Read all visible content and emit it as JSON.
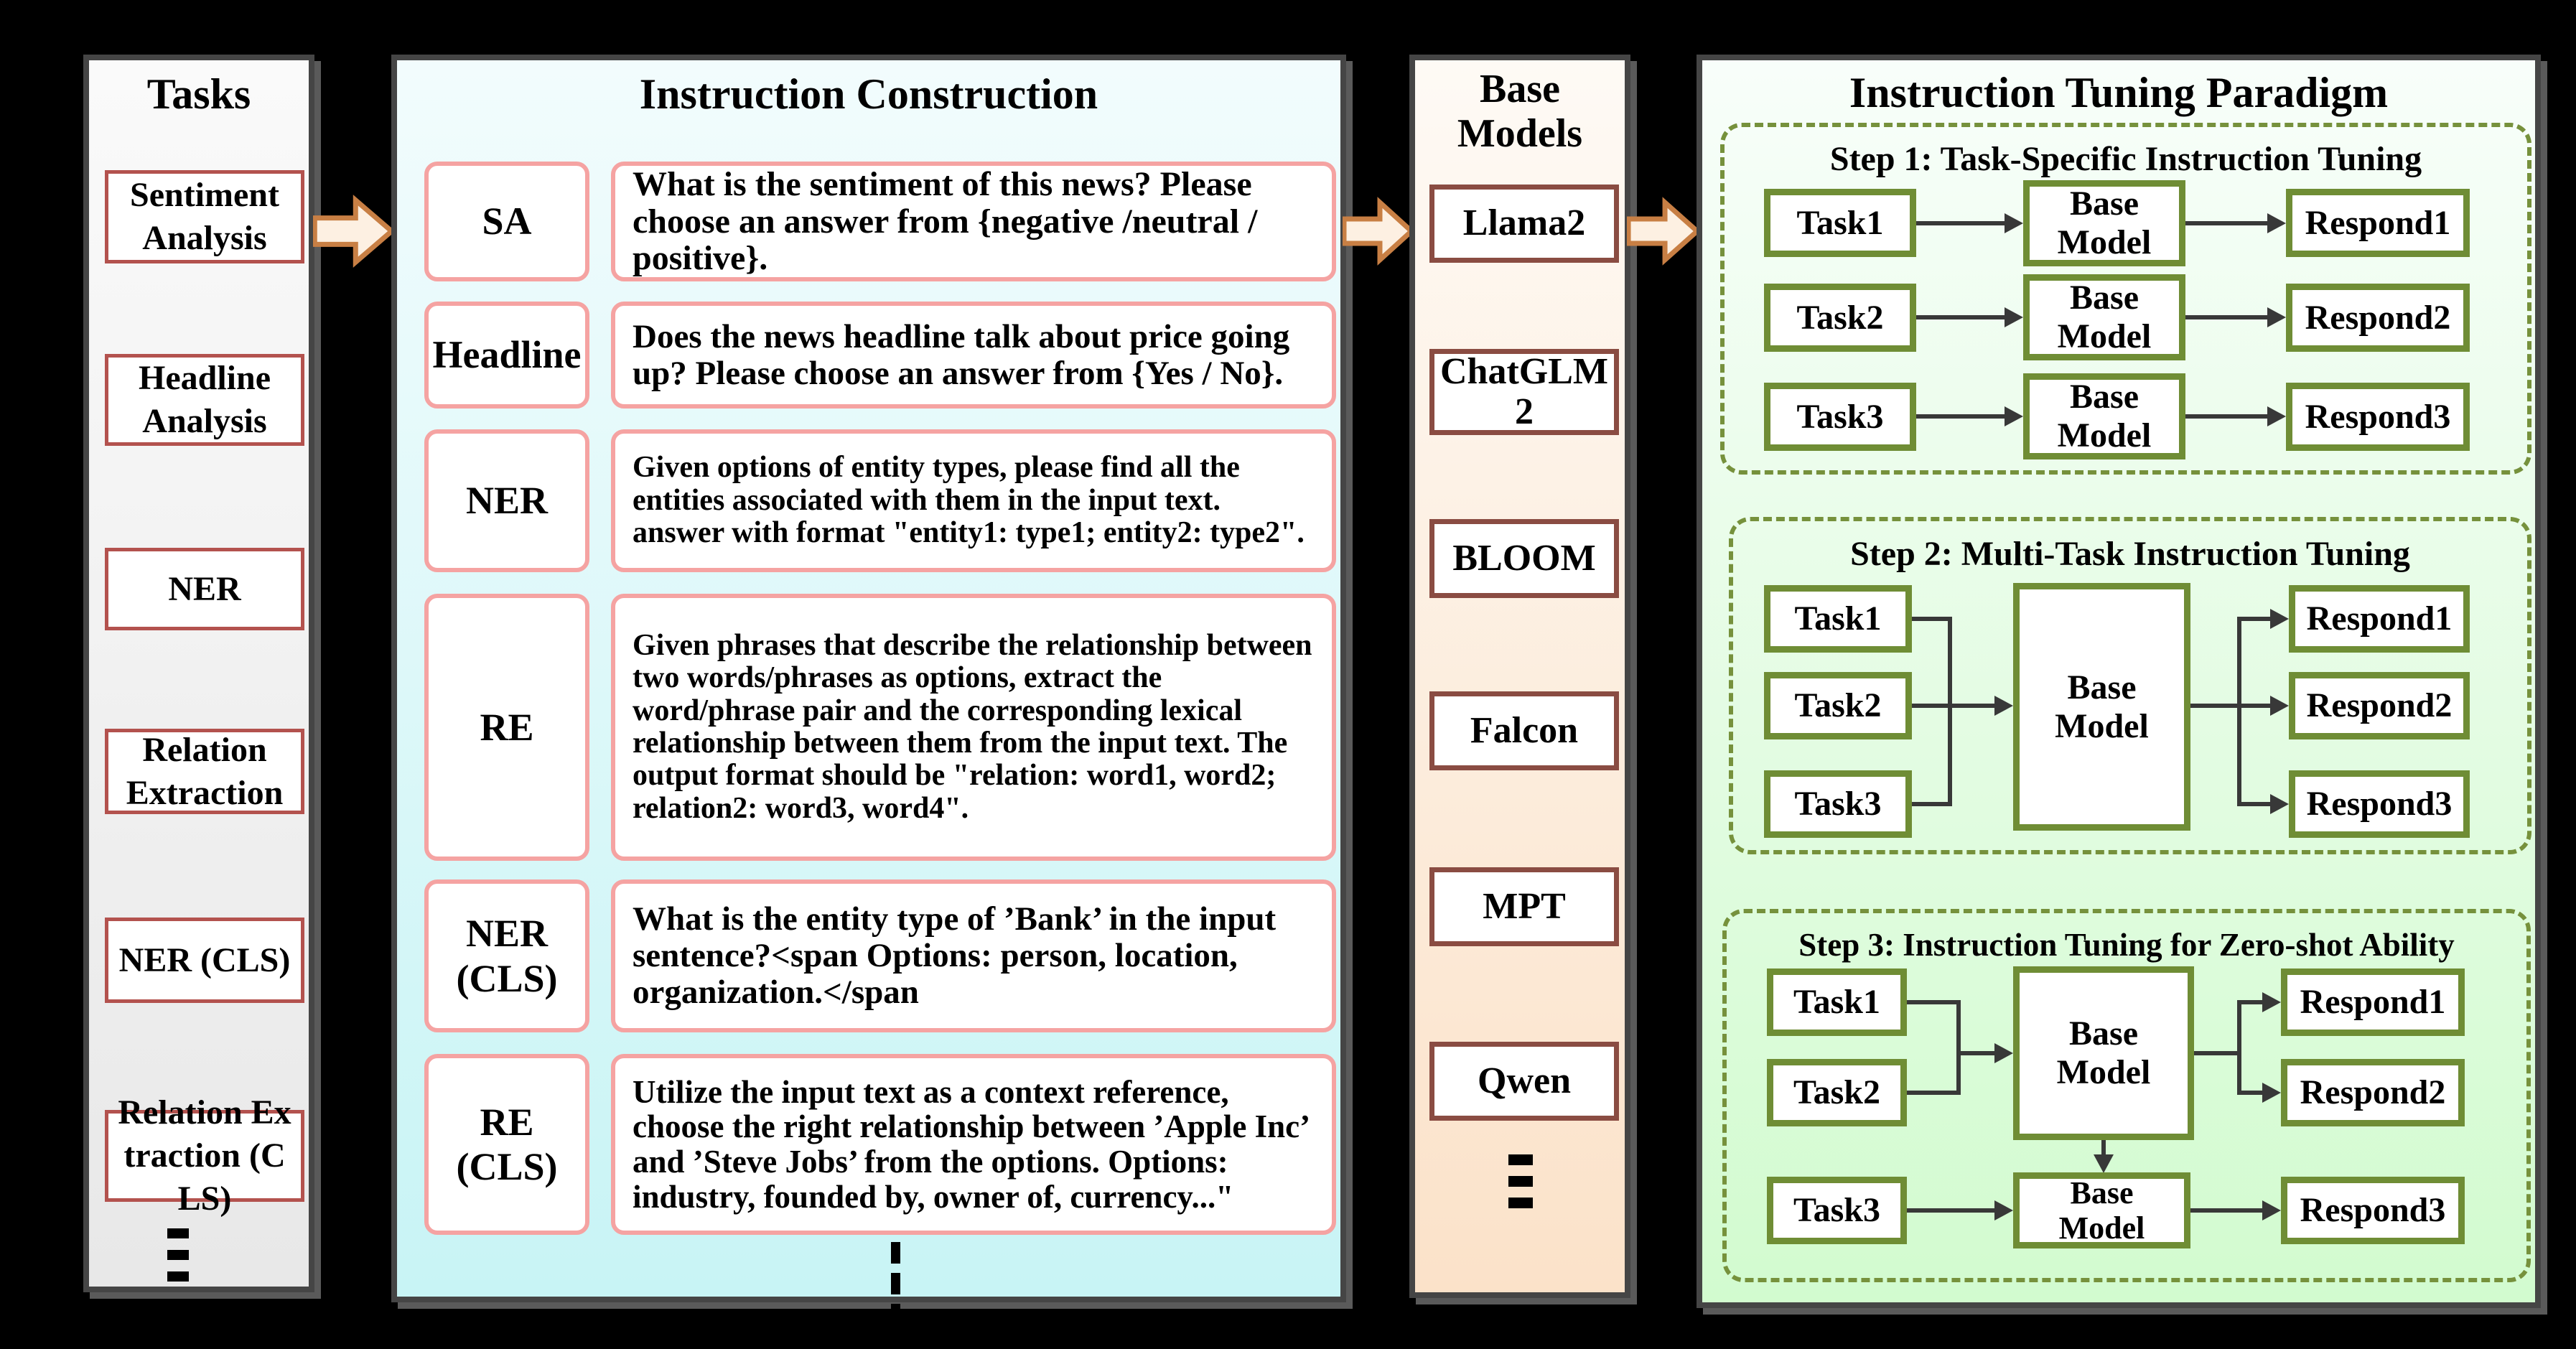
{
  "colors": {
    "panel_border": "#454545",
    "task_border": "#b3524e",
    "pink_border": "#f5a3a2",
    "model_border": "#8a4c42",
    "olive_border": "#6f8d35",
    "dashed_border": "#76913c",
    "line_color": "#383838",
    "arrow_fill": "#fdf0e2",
    "arrow_stroke": "#c87f44"
  },
  "tasks_panel": {
    "title": "Tasks",
    "items": [
      "Sentiment Analysis",
      "Headline Analysis",
      "NER",
      "Relation Extraction",
      "NER (CLS)",
      "Relation Extraction (CLS)"
    ],
    "ellipsis": "⋮"
  },
  "instruction_panel": {
    "title": "Instruction Construction",
    "rows": [
      {
        "label": "SA",
        "text": "What is the sentiment of this news? Please choose an answer from {negative /neutral / positive}."
      },
      {
        "label": "Headline",
        "text": "Does the news headline talk about price going up? Please choose an answer from {Yes / No}."
      },
      {
        "label": "NER",
        "text": "Given options of entity types, please find all the entities associated with them in the input text. answer with format \"entity1: type1; entity2: type2\"."
      },
      {
        "label": "RE",
        "text": "Given phrases that describe the relationship between two words/phrases as options, extract the word/phrase pair and the corresponding lexical relationship between them from the input text. The output format should be \"relation: word1, word2; relation2: word3, word4\"."
      },
      {
        "label": "NER (CLS)",
        "text": "What is the entity type of ’Bank’ in the input sentence?<span Options: person, location, organization.</span"
      },
      {
        "label": "RE (CLS)",
        "text": "Utilize the input text as a context reference, choose the right relationship between ’Apple Inc’ and ’Steve Jobs’ from the options. Options: industry, founded by, owner of, currency...\""
      }
    ],
    "ellipsis": "⋮"
  },
  "models_panel": {
    "title": "Base Models",
    "items": [
      "Llama2",
      "ChatGLM2",
      "BLOOM",
      "Falcon",
      "MPT",
      "Qwen"
    ],
    "ellipsis": "⋮"
  },
  "paradigm_panel": {
    "title": "Instruction Tuning Paradigm",
    "steps": [
      {
        "title": "Step 1: Task-Specific Instruction Tuning",
        "rows": [
          {
            "task": "Task1",
            "model": "Base Model",
            "respond": "Respond1"
          },
          {
            "task": "Task2",
            "model": "Base Model",
            "respond": "Respond2"
          },
          {
            "task": "Task3",
            "model": "Base Model",
            "respond": "Respond3"
          }
        ]
      },
      {
        "title": "Step 2: Multi-Task Instruction Tuning",
        "tasks": [
          "Task1",
          "Task2",
          "Task3"
        ],
        "model": "Base Model",
        "responds": [
          "Respond1",
          "Respond2",
          "Respond3"
        ]
      },
      {
        "title": "Step 3: Instruction Tuning for Zero-shot Ability",
        "tasks_top": [
          "Task1",
          "Task2"
        ],
        "model_top": "Base Model",
        "responds_top": [
          "Respond1",
          "Respond2"
        ],
        "task_bottom": "Task3",
        "model_bottom": "Base Model",
        "respond_bottom": "Respond3"
      }
    ]
  }
}
